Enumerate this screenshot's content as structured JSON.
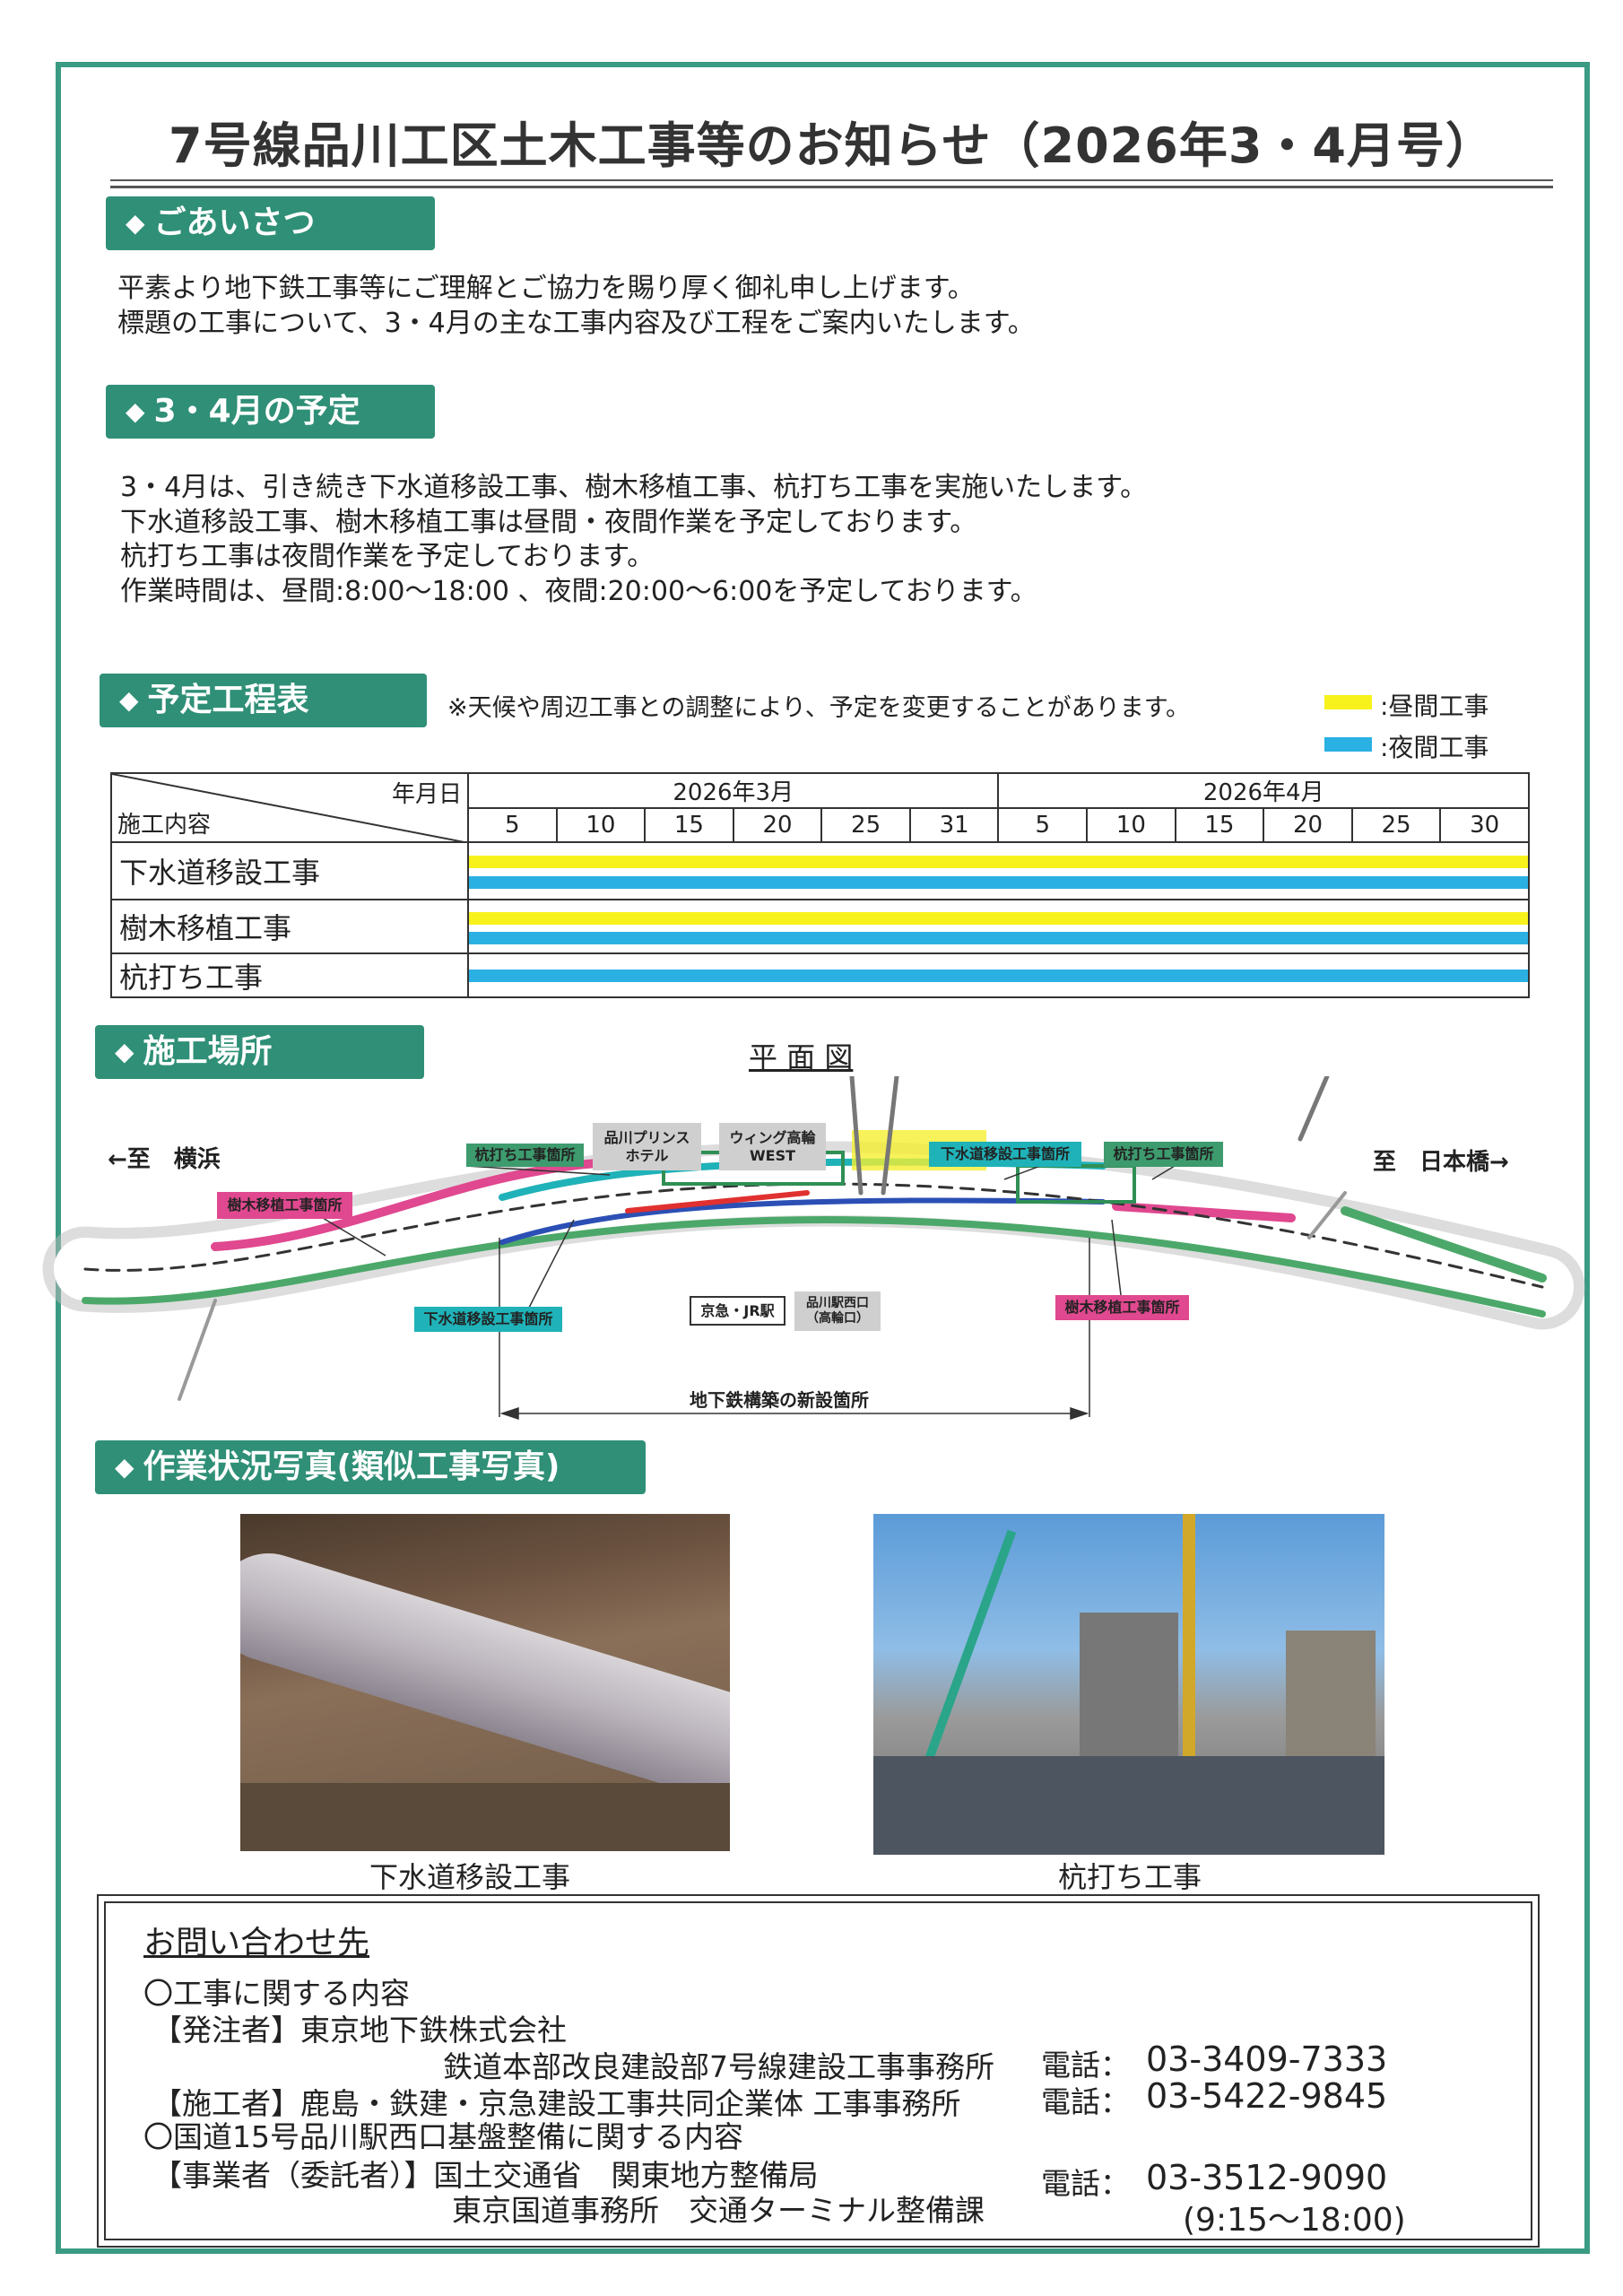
{
  "title": "7号線品川工区土木工事等のお知らせ（2026年3・4月号）",
  "greeting": {
    "header": "ごあいさつ",
    "lines": [
      "平素より地下鉄工事等にご理解とご協力を賜り厚く御礼申し上げます。",
      "標題の工事について、3・4月の主な工事内容及び工程をご案内いたします。"
    ]
  },
  "plan": {
    "header": "3・4月の予定",
    "lines": [
      "3・4月は、引き続き下水道移設工事、樹木移植工事、杭打ち工事を実施いたします。",
      "下水道移設工事、樹木移植工事は昼間・夜間作業を予定しております。",
      "杭打ち工事は夜間作業を予定しております。",
      "作業時間は、昼間:8:00～18:00 、夜間:20:00～6:00を予定しております。"
    ]
  },
  "schedule": {
    "header": "予定工程表",
    "note": "※天候や周辺工事との調整により、予定を変更することがあります。",
    "legend": {
      "day": ":昼間工事",
      "night": ":夜間工事"
    },
    "colors": {
      "day": "#f7f21c",
      "night": "#2bb0e3"
    },
    "corner_top": "年月日",
    "corner_bottom": "施工内容",
    "months": [
      {
        "label": "2026年3月",
        "days": [
          "5",
          "10",
          "15",
          "20",
          "25",
          "31"
        ]
      },
      {
        "label": "2026年4月",
        "days": [
          "5",
          "10",
          "15",
          "20",
          "25",
          "30"
        ]
      }
    ],
    "works": [
      {
        "name": "下水道移設工事",
        "shifts": [
          {
            "type": "day",
            "start": 0,
            "end": 1
          },
          {
            "type": "night",
            "start": 0,
            "end": 1
          }
        ]
      },
      {
        "name": "樹木移植工事",
        "shifts": [
          {
            "type": "day",
            "start": 0,
            "end": 1
          },
          {
            "type": "night",
            "start": 0,
            "end": 1
          }
        ]
      },
      {
        "name": "杭打ち工事",
        "shifts": [
          {
            "type": "night",
            "start": 0,
            "end": 1
          }
        ]
      }
    ]
  },
  "site": {
    "header": "施工場所",
    "map_title": "平 面 図",
    "to_yokohama": "←至　横浜",
    "to_nihonbashi": "至　日本橋→",
    "labels": {
      "pile1": "杭打ち工事箇所",
      "prince": "品川プリンス\nホテル",
      "wing": "ウィング高輪\nWEST",
      "sewer1": "下水道移設工事箇所",
      "pile2": "杭打ち工事箇所",
      "tree1": "樹木移植工事箇所",
      "sewer2": "下水道移設工事箇所",
      "station": "京急・JR駅",
      "westexit": "品川駅西口\n（高輪口）",
      "tree2": "樹木移植工事箇所"
    },
    "new_section": "地下鉄構築の新設箇所"
  },
  "photos": {
    "header": "作業状況写真(類似工事写真)",
    "items": [
      {
        "caption": "下水道移設工事"
      },
      {
        "caption": "杭打ち工事"
      }
    ]
  },
  "contact": {
    "title": "お問い合わせ先",
    "sec1": "〇工事に関する内容",
    "orderer": "【発注者】東京地下鉄株式会社",
    "orderer_office": "鉄道本部改良建設部7号線建設工事事務所",
    "builder": "【施工者】鹿島・鉄建・京急建設工事共同企業体 工事事務所",
    "sec2": "〇国道15号品川駅西口基盤整備に関する内容",
    "client": "【事業者（委託者）】国土交通省　関東地方整備局",
    "client_office": "東京国道事務所　交通ターミナル整備課",
    "tel_label": "電話：",
    "tel1": "03-3409-7333",
    "tel2": "03-5422-9845",
    "tel3": "03-3512-9090",
    "hours": "(9:15～18:00)"
  }
}
